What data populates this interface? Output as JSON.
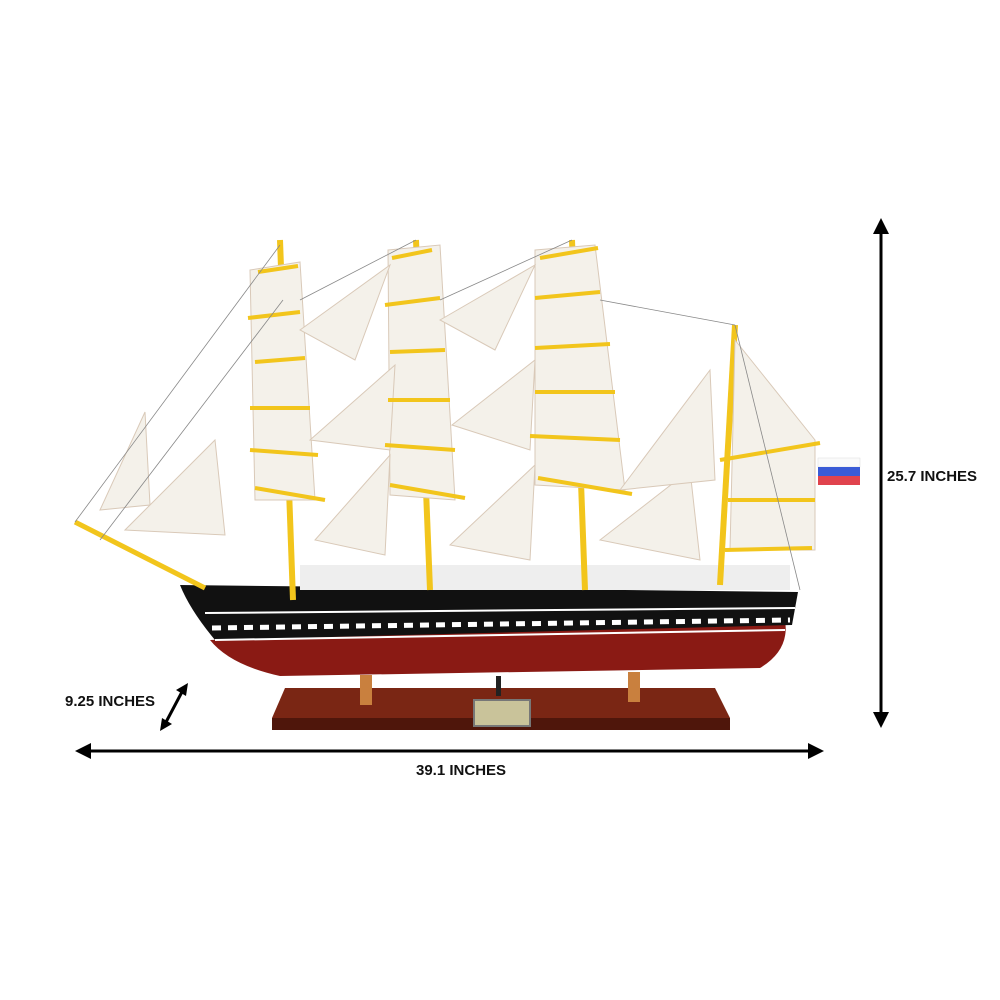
{
  "dimensions": {
    "height_label": "25.7 INCHES",
    "length_label": "39.1 INCHES",
    "width_label": "9.25 INCHES"
  },
  "colors": {
    "hull_red": "#8a1a14",
    "hull_black": "#111111",
    "mast_yellow": "#f2c51c",
    "sail": "#f4f1ea",
    "stand": "#6b1f12"
  }
}
